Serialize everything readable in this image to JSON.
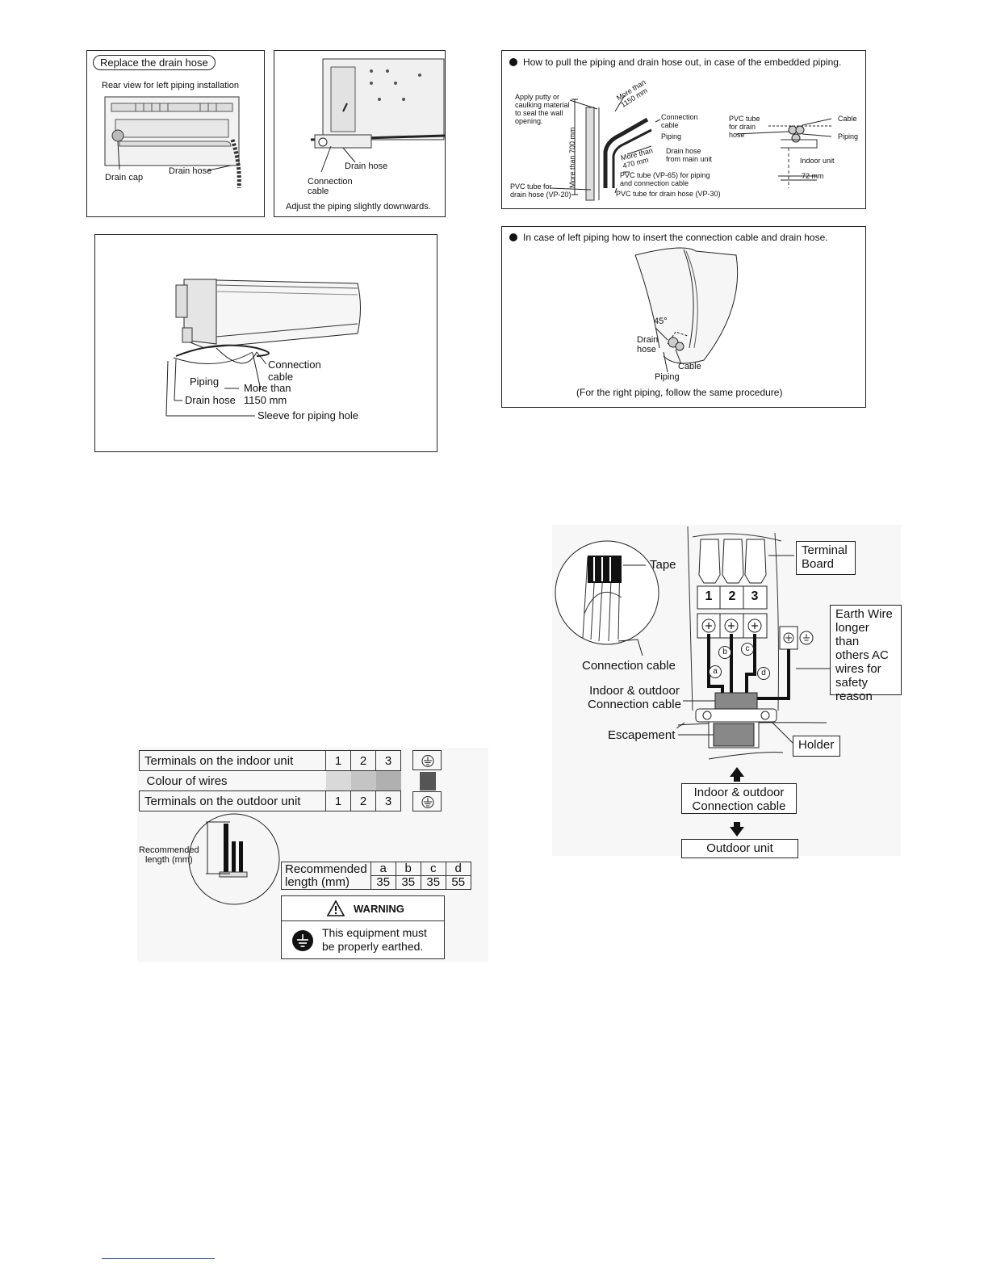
{
  "panel_drain_replace": {
    "title": "Replace the drain hose",
    "subtitle": "Rear view for left piping installation",
    "drain_cap": "Drain cap",
    "drain_hose": "Drain hose"
  },
  "panel_adjust": {
    "drain_hose": "Drain hose",
    "connection_cable": "Connection\ncable",
    "caption": "Adjust the piping slightly downwards."
  },
  "panel_unit": {
    "connection_cable": "Connection\ncable",
    "piping": "Piping",
    "more_than": "More than\n1150 mm",
    "drain_hose": "Drain hose",
    "sleeve": "Sleeve for piping hole"
  },
  "panel_embedded": {
    "title": "How to pull the piping and drain hose out, in case of the embedded piping.",
    "apply_putty": "Apply putty or\ncaulking material\nto seal the wall\nopening.",
    "more_than_1150": "More than\n1150 mm",
    "connection_cable": "Connection\ncable",
    "piping": "Piping",
    "more_than_470": "More than\n470 mm",
    "drain_hose_main": "Drain hose\nfrom main unit",
    "more_than_700": "More than 700 mm",
    "pvc_vp65": "PVC tube (VP-65) for piping\nand connection cable",
    "pvc_vp20": "PVC tube for\ndrain hose (VP-20)",
    "pvc_vp30": "PVC tube for drain hose (VP-30)",
    "pvc_drain": "PVC tube\nfor drain\nhose",
    "cable": "Cable",
    "piping_r": "Piping",
    "indoor_unit": "Indoor unit",
    "dim_72": "72 mm"
  },
  "panel_left_insert": {
    "title": "In case of left piping how to insert the connection cable and drain hose.",
    "angle": "45°",
    "drain_hose": "Drain\nhose",
    "cable": "Cable",
    "piping": "Piping",
    "note": "(For the right piping, follow the same procedure)"
  },
  "terminal_table": {
    "rows": [
      {
        "label": "Terminals on the indoor unit",
        "cells": [
          "1",
          "2",
          "3"
        ]
      },
      {
        "label": "Colour of wires",
        "cells": [
          "",
          "",
          ""
        ]
      },
      {
        "label": "Terminals on the outdoor unit",
        "cells": [
          "1",
          "2",
          "3"
        ]
      }
    ],
    "wire_colors": [
      "#d9d9d9",
      "#c4c4c4",
      "#b0b0b0",
      "#555555"
    ],
    "recommended_length_mm": "Recommended\nlength (mm)"
  },
  "recommended_table": {
    "header": "Recommended\nlength (mm)",
    "columns": [
      "a",
      "b",
      "c",
      "d"
    ],
    "values": [
      "35",
      "35",
      "35",
      "55"
    ]
  },
  "warning": {
    "title": "WARNING",
    "text": "This equipment must\nbe properly earthed."
  },
  "wiring": {
    "tape": "Tape",
    "terminal_board": "Terminal\nBoard",
    "terminals": [
      "1",
      "2",
      "3"
    ],
    "wire_letters": [
      "a",
      "b",
      "c",
      "d"
    ],
    "earth_wire": "Earth Wire\nlonger than\nothers AC\nwires for\nsafety\nreason",
    "connection_cable": "Connection cable",
    "indoor_outdoor_cable": "Indoor & outdoor\nConnection cable",
    "escapement": "Escapement",
    "holder": "Holder",
    "indoor_outdoor_box": "Indoor & outdoor\nConnection cable",
    "outdoor_unit": "Outdoor unit"
  }
}
